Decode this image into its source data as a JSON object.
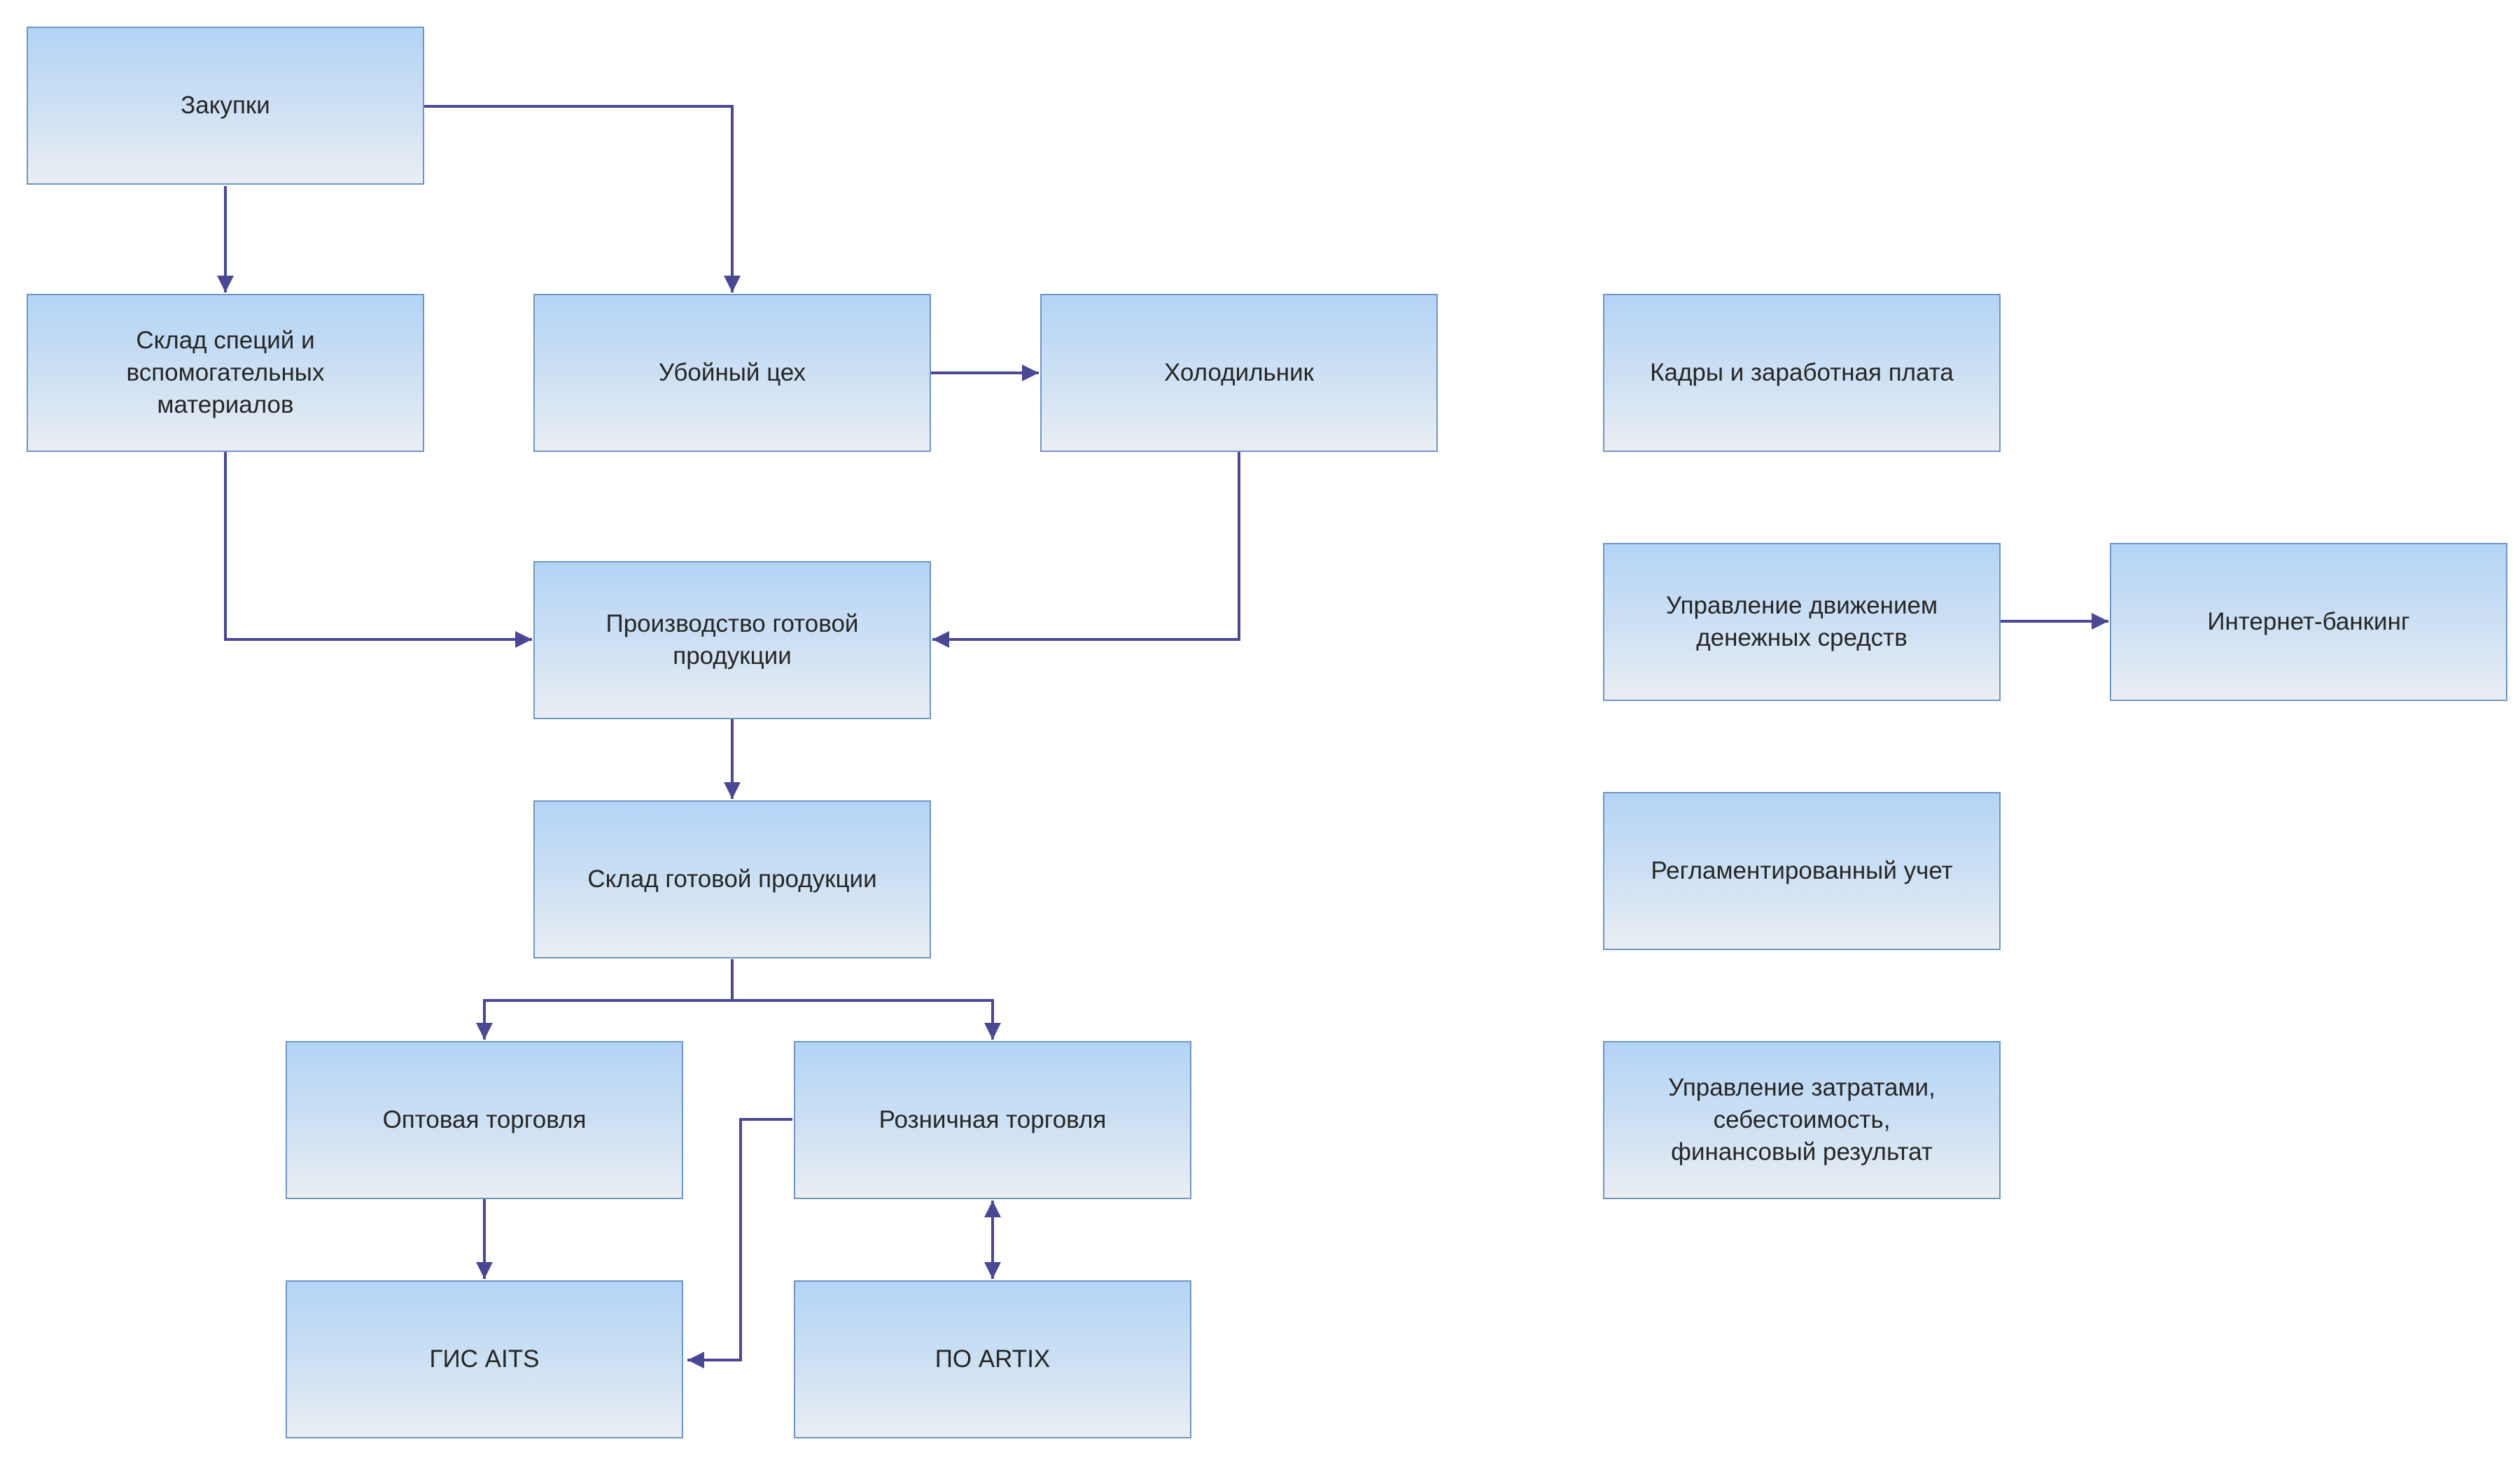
{
  "diagram": {
    "nodes": {
      "zakupki": "Закупки",
      "sklad_speciy": "Склад специй и вспомогательных материалов",
      "uboyny_ceh": "Убойный цех",
      "holodilnik": "Холодильник",
      "kadry": "Кадры и заработная плата",
      "proizvodstvo": "Производство готовой продукции",
      "upravlenie_ds": "Управление движением денежных средств",
      "internet_banking": "Интернет-банкинг",
      "sklad_gotovoy": "Склад готовой продукции",
      "reglament": "Регламентированный учет",
      "optovaya": "Оптовая торговля",
      "roznichnaya": "Розничная торговля",
      "upravlenie_zatratami": "Управление затратами, себестоимость, финансовый результат",
      "gis_aits": "ГИС AITS",
      "po_artix": "ПО ARTIX"
    },
    "colors": {
      "edge": "#4a4895",
      "node_border": "#6f96c4",
      "node_top": "#b3d4f6",
      "node_bottom": "#eaeef3"
    }
  }
}
